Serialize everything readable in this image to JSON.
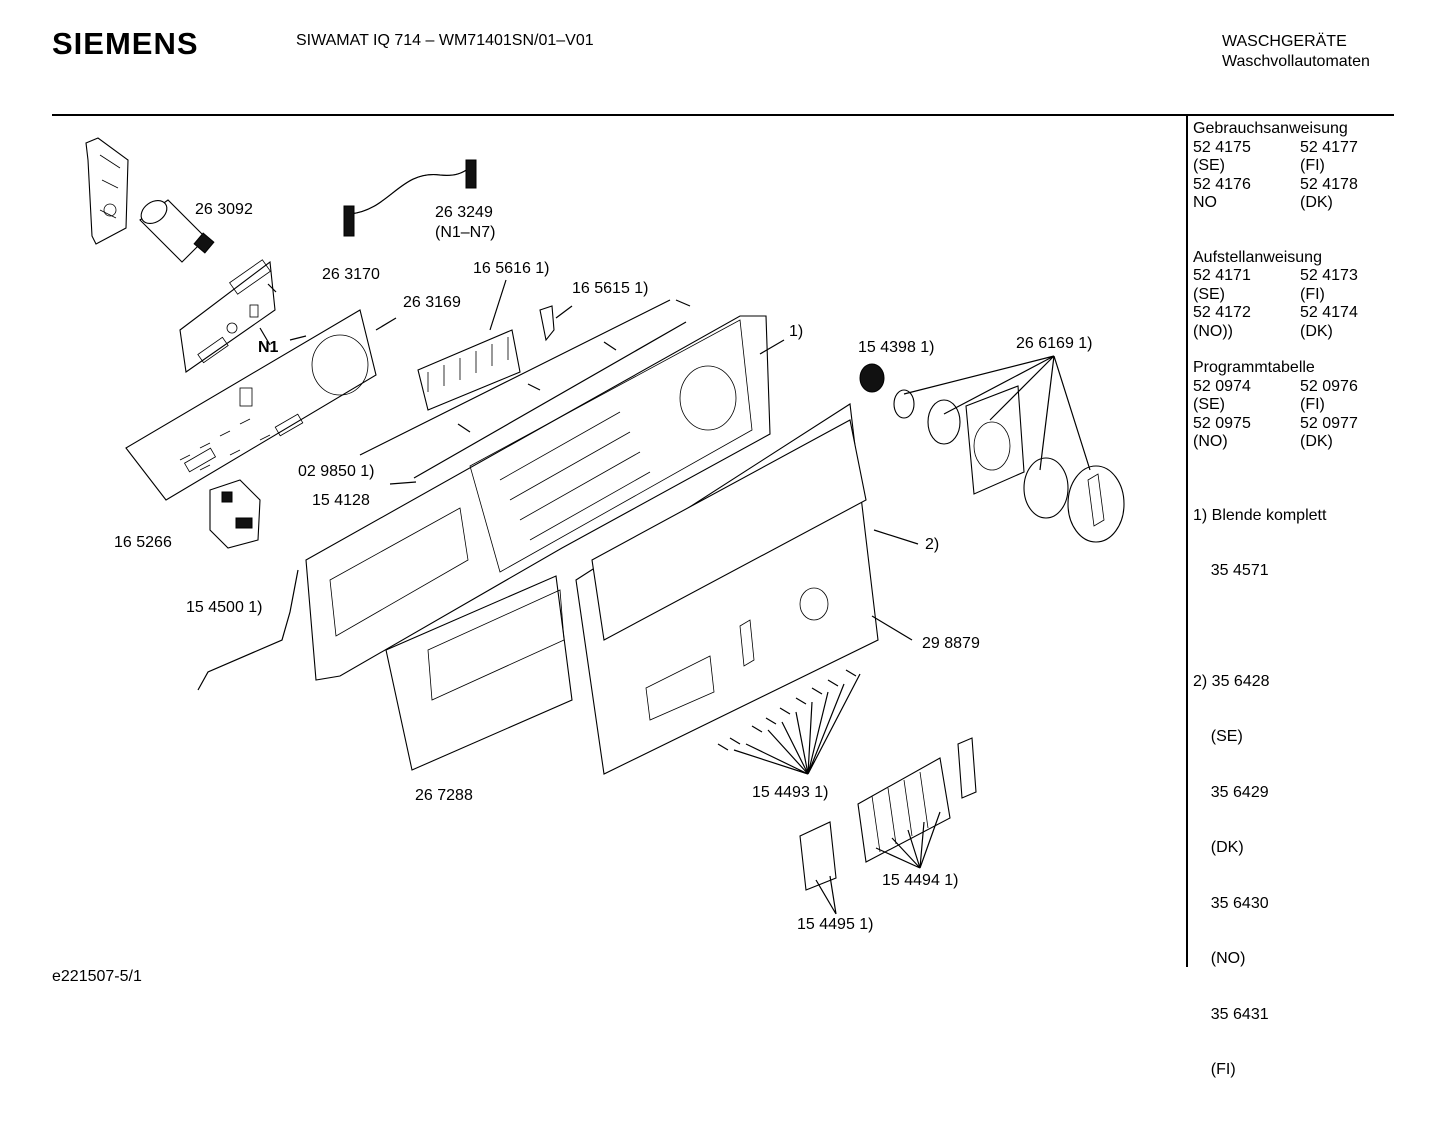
{
  "header": {
    "brand": "SIEMENS",
    "model": "SIWAMAT IQ 714 – WM71401SN/01–V01",
    "category_line1": "WASCHGERÄTE",
    "category_line2": "Waschvollautomaten"
  },
  "sidebar": {
    "gebrauch": {
      "title": "Gebrauchsanweisung",
      "rows": [
        [
          "52 4175",
          "52 4177"
        ],
        [
          "(SE)",
          "(FI)"
        ],
        [
          "52 4176",
          "52 4178"
        ],
        [
          "NO",
          "(DK)"
        ]
      ]
    },
    "aufstell": {
      "title": "Aufstellanweisung",
      "rows": [
        [
          "52 4171",
          "52 4173"
        ],
        [
          "(SE)",
          "(FI)"
        ],
        [
          "52 4172",
          "52 4174"
        ],
        [
          "(NO))",
          "(DK)"
        ]
      ]
    },
    "programm": {
      "title": "Programmtabelle",
      "rows": [
        [
          "52 0974",
          "52 0976"
        ],
        [
          "(SE)",
          "(FI)"
        ],
        [
          "52 0975",
          "52 0977"
        ],
        [
          "(NO)",
          "(DK)"
        ]
      ]
    },
    "note1": [
      "1) Blende komplett",
      "    35 4571"
    ],
    "note2": [
      "2) 35 6428",
      "    (SE)",
      "    35 6429",
      "    (DK)",
      "    35 6430",
      "    (NO)",
      "    35 6431",
      "    (FI)"
    ]
  },
  "labels": {
    "l263092": "26 3092",
    "l263249": "26 3249",
    "l263249b": "(N1–N7)",
    "l263170": "26 3170",
    "l165616": "16 5616 1)",
    "l165615": "16 5615 1)",
    "l263169": "26 3169",
    "ln1": "N1",
    "l1": "1)",
    "l154398": "15 4398 1)",
    "l266169": "26 6169 1)",
    "l029850": "02 9850 1)",
    "l154128": "15 4128",
    "l165266": "16 5266",
    "l2": "2)",
    "l154500": "15 4500 1)",
    "l298879": "29 8879",
    "l267288": "26 7288",
    "l154493": "15 4493 1)",
    "l154494": "15 4494 1)",
    "l154495": "15 4495 1)"
  },
  "footer": {
    "code": "e221507-5/1"
  }
}
